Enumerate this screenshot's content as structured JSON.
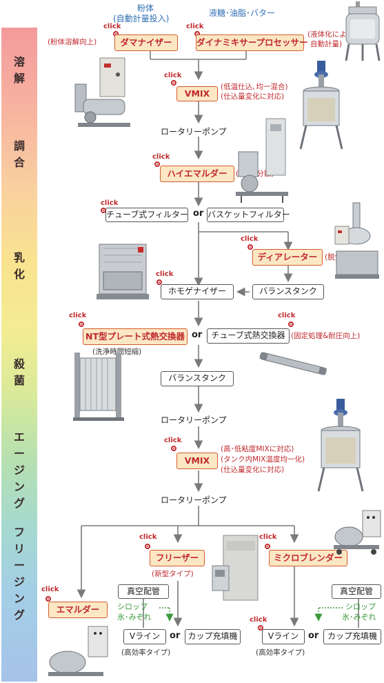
{
  "stages": [
    {
      "label": "溶解"
    },
    {
      "label": "調合"
    },
    {
      "label": "乳化"
    },
    {
      "label": "殺菌"
    },
    {
      "label": "エージング"
    },
    {
      "label": "フリージング"
    }
  ],
  "header": {
    "powder": "粉体",
    "powder_sub": "(自動計量投入)",
    "liquids": "液糖･油脂･バター"
  },
  "click_label": "click",
  "nodes": {
    "damanizer": "ダマナイザー",
    "dynamic_mixer": "ダイナミキサープロセッサー",
    "vmix1": "VMIX",
    "rotary_pump1": "ロータリーポンプ",
    "high_emulder": "ハイエマルダー",
    "tube_filter": "チューブ式フィルター",
    "basket_filter": "バスケットフィルター",
    "deaerator": "ディアレーター",
    "homogenizer": "ホモゲナイザー",
    "balance_tank1": "バランスタンク",
    "nt_plate": "NT型プレート式熱交換器",
    "tube_hex": "チューブ式熱交換器",
    "balance_tank2": "バランスタンク",
    "rotary_pump2": "ロータリーポンプ",
    "vmix2": "VMIX",
    "rotary_pump3": "ロータリーポンプ",
    "freezer": "フリーザー",
    "micro_blender": "ミクロブレンダー",
    "emulder": "エマルダー",
    "vacuum_pipe1": "真空配管",
    "vacuum_pipe2": "真空配管",
    "vline1": "Vライン",
    "cup_filler1": "カップ充填機",
    "vline2": "Vライン",
    "cup_filler2": "カップ充填機",
    "or": "or"
  },
  "notes": {
    "damanizer_note": "(粉体溶解向上)",
    "dynamic_note_1": "(液体化による",
    "dynamic_note_2": "自動計量)",
    "vmix1_note_1": "(低温仕込､均一混合)",
    "vmix1_note_2": "(仕込量変化に対応)",
    "high_emulder_note": "(破砕･分散)",
    "deaerator_note": "(脱気､脱泡)",
    "nt_note": "(洗浄時間短縮)",
    "tube_hex_note": "(固定処理&耐圧向上)",
    "vmix2_note_1": "(高･低粘度MIXに対応)",
    "vmix2_note_2": "(タンク内MIX温度均一化)",
    "vmix2_note_3": "(仕込量変化に対応)",
    "freezer_note": "(新型タイプ)",
    "vline1_note": "(高効率タイプ)",
    "vline2_note": "(高効率タイプ)",
    "syrup1_a": "シロップ",
    "syrup1_b": "氷･みぞれ",
    "syrup2_a": "シロップ",
    "syrup2_b": "氷･みぞれ"
  },
  "colors": {
    "accent_red": "#c0282c",
    "button_fill": "#fbe7c4",
    "header_blue": "#2f6fb5",
    "note_green": "#3c9a3c",
    "arrow_gray": "#7a7a7a"
  }
}
